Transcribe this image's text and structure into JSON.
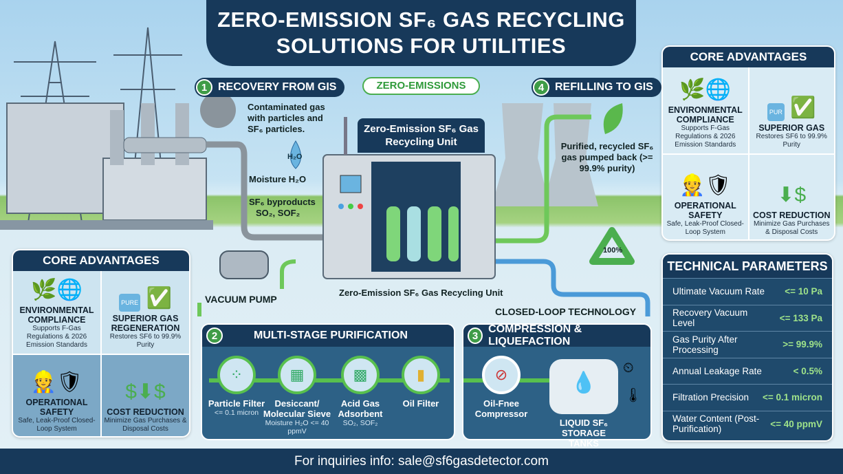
{
  "title": {
    "line1": "ZERO-EMISSION SF₆ GAS RECYCLING",
    "line2": "SOLUTIONS FOR UTILITIES"
  },
  "badge_zero": "ZERO-EMISSIONS",
  "step1": {
    "num": "1",
    "label": "RECOVERY FROM GIS",
    "contaminated": "Contaminated gas with particles and SF₆ particles.",
    "moisture": "Moisture  H₂O",
    "h2o": "H₂O",
    "byproducts": "SF₆ byproducts",
    "byproducts2": "SO₂, SOF₂"
  },
  "step4": {
    "num": "4",
    "label": "REFILLING TO GIS",
    "text": "Purified, recycled SF₆ gas pumped back (>= 99.9% purity)"
  },
  "unit": {
    "title": "Zero-Emission SF₆ Gas Recycling Unit",
    "caption": "Zero-Emission SF₆ Gas Recycling Unit"
  },
  "vacuum_pump": "VACUUM PUMP",
  "closed_loop": "CLOSED-LOOP TECHNOLOGY",
  "recycle_pct": "100%",
  "left_advantages": {
    "title": "CORE ADVANTAGES",
    "items": [
      {
        "icon": "leaf-globe-icon",
        "title": "ENVIRONMENTAL COMPLIANCE",
        "desc": "Supports F-Gas Regulations & 2026 Emission Standards"
      },
      {
        "icon": "pure-bottle-check-icon",
        "badge": "PURE",
        "title": "SUPERIOR GAS REGENERATION",
        "desc": "Restores SF6 to 99.9% Purity"
      },
      {
        "icon": "worker-shield-icon",
        "title": "OPERATIONAL SAFETY",
        "desc": "Safe, Leak-Proof Closed-Loop System"
      },
      {
        "icon": "dollar-down-arrow-icon",
        "title": "COST REDUCTION",
        "desc": "Minimize Gas Purchases & Disposal Costs"
      }
    ]
  },
  "right_advantages": {
    "title": "CORE ADVANTAGES",
    "items": [
      {
        "icon": "leaf-globe-icon",
        "title": "ENVIRONMENTAL COMPLIANCE",
        "desc": "Supports F-Gas Regulations & 2026 Emission Standards"
      },
      {
        "icon": "pure-bottle-check-icon",
        "badge": "PUR",
        "title": "SUPERIOR GAS",
        "desc": "Restores SF6 to 99.9% Purity"
      },
      {
        "icon": "worker-shield-icon",
        "title": "OPERATIONAL SAFETY",
        "desc": "Safe, Leak-Proof Closed-Loop System"
      },
      {
        "icon": "dollar-down-arrow-icon",
        "title": "COST REDUCTION",
        "desc": "Minimize Gas Purchases & Disposal Costs"
      }
    ]
  },
  "tech": {
    "title": "TECHNICAL PARAMETERS",
    "rows": [
      {
        "label": "Ultimate Vacuum Rate",
        "value": "<= 10 Pa"
      },
      {
        "label": "Recovery Vacuum Level",
        "value": "<= 133 Pa"
      },
      {
        "label": "Gas Purity After Processing",
        "value": ">= 99.9%"
      },
      {
        "label": "Annual Leakage Rate",
        "value": "< 0.5%"
      },
      {
        "label": "Filtration Precision",
        "value": "<= 0.1 micron"
      },
      {
        "label": "Water Content (Post-Purification)",
        "value": "<= 40 ppmV"
      }
    ]
  },
  "stage2": {
    "num": "2",
    "title": "MULTI-STAGE PURIFICATION",
    "steps": [
      {
        "name": "Particle Filter",
        "detail": "<= 0.1 micron"
      },
      {
        "name": "Desiccant/ Molecular Sieve",
        "detail": "Moisture H₂O <= 40 ppmV"
      },
      {
        "name": "Acid Gas Adsorbent",
        "detail": "SO₂, SOF₂"
      },
      {
        "name": "Oil Filter",
        "detail": ""
      }
    ]
  },
  "stage3": {
    "num": "3",
    "title": "COMPRESSION & LIQUEFACTION",
    "steps": [
      {
        "name": "Oil-Fnee Compressor"
      },
      {
        "name": "LIQUID SF₆ STORAGE TANKS"
      }
    ]
  },
  "footer": "For inquiries info: sale@sf6gasdetector.com",
  "colors": {
    "navy": "#17395a",
    "green": "#58c04e",
    "value_green": "#9fe38a"
  }
}
